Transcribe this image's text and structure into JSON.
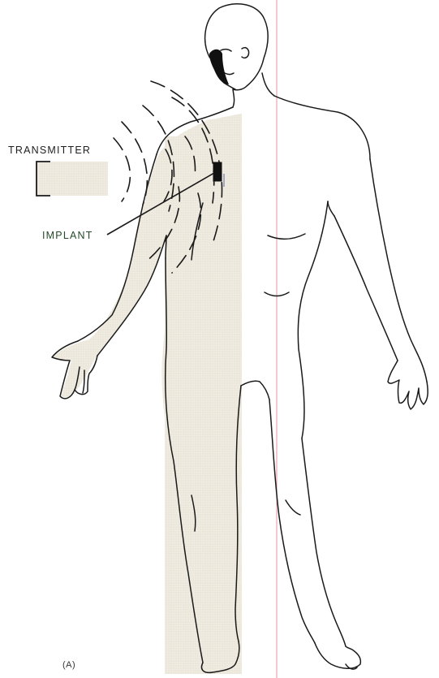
{
  "labels": {
    "transmitter": "TRANSMITTER",
    "implant": "IMPLANT",
    "panel": "(A)"
  },
  "colors": {
    "shading": "#ece8dc",
    "line": "#1a1a1a",
    "page_rule": "#e4a7ad",
    "background": "#ffffff"
  },
  "icons": {
    "figure": "human-figure-outline",
    "transmitter": "transmitter-box",
    "implant": "implant-device",
    "waves": "radio-wave-arcs"
  }
}
